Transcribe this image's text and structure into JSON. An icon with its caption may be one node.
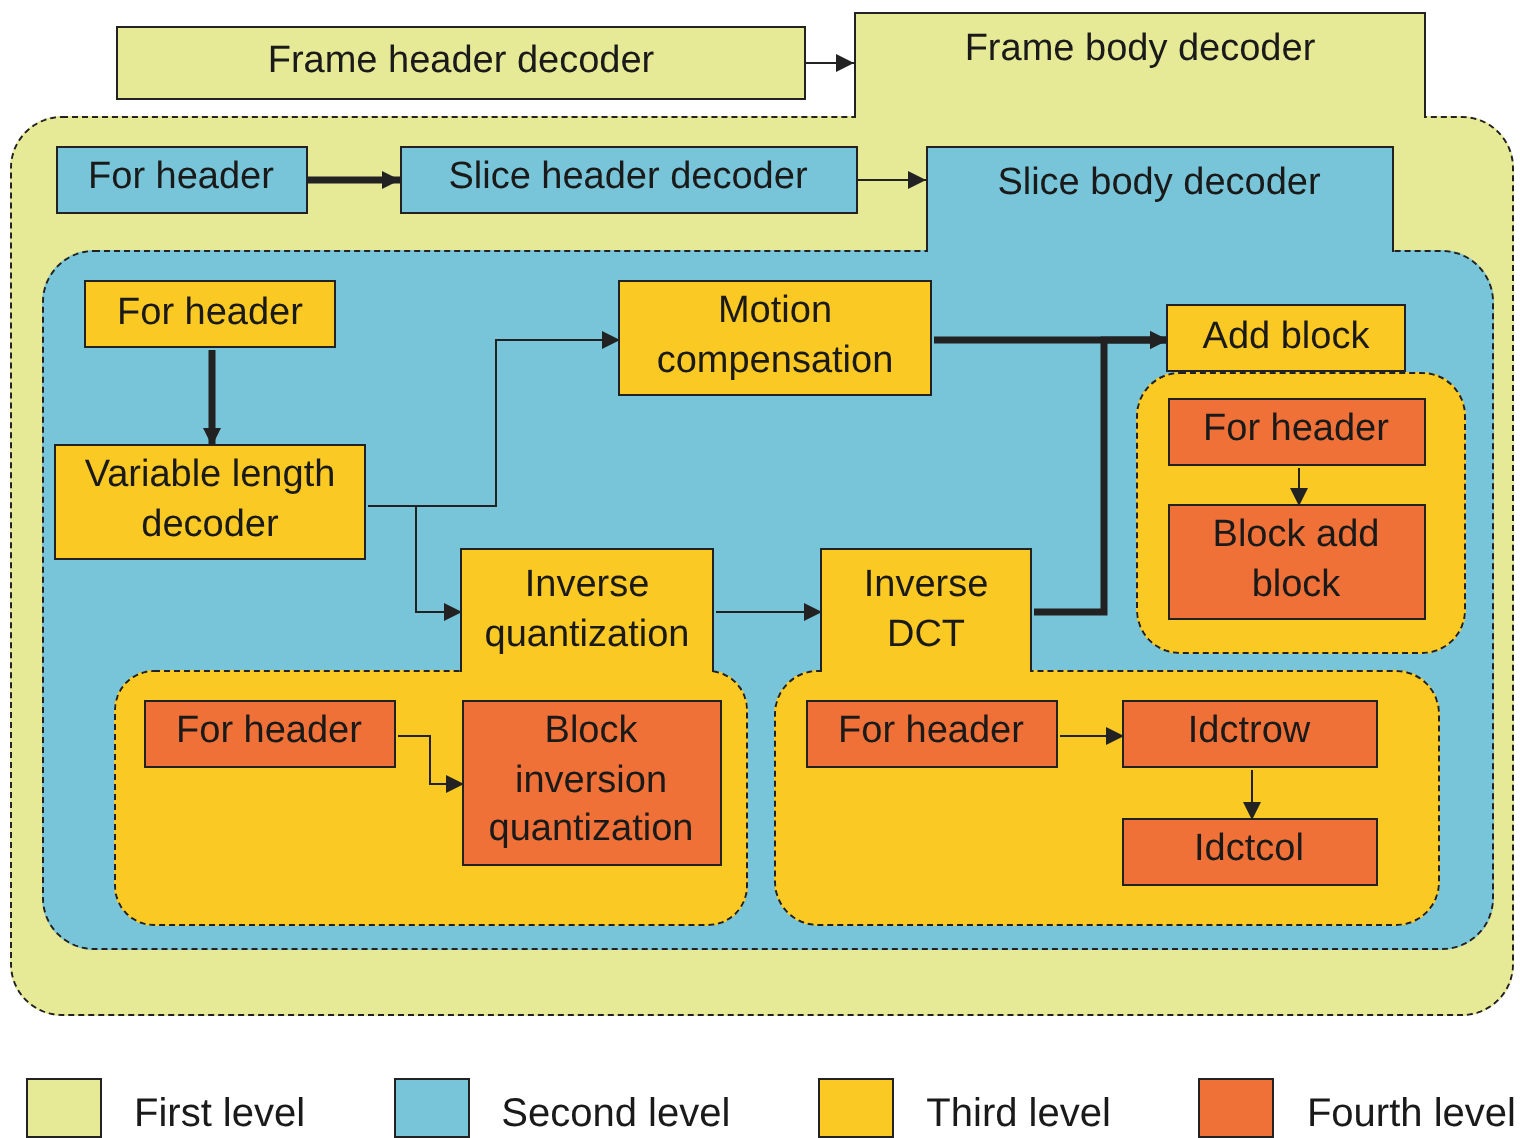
{
  "diagram": {
    "nodes": [
      {
        "text": [
          "Frame header decoder"
        ]
      },
      {
        "text": [
          "Frame body decoder"
        ]
      },
      {
        "text": [
          "For header"
        ],
        "in": 1
      },
      {
        "text": [
          "Slice header decoder"
        ],
        "in": 1
      },
      {
        "text": [
          "Slice body decoder"
        ],
        "in": 1
      },
      {
        "text": [
          "For header"
        ],
        "in": 4
      },
      {
        "text": [
          "Motion compensation"
        ],
        "in": 4
      },
      {
        "text": [
          "Add block"
        ],
        "in": 4
      },
      {
        "text": [],
        "shape": "box",
        "in": 4
      },
      {
        "text": [
          "For header"
        ],
        "in": 8
      },
      {
        "text": [
          "Block add block"
        ],
        "in": 8
      },
      {
        "text": [
          "Variable length decoder"
        ],
        "in": 4
      },
      {
        "text": [
          "Inverse quantization"
        ],
        "in": 4
      },
      {
        "text": [
          "Inverse DCT"
        ],
        "in": 4
      },
      {
        "text": [
          "For header"
        ],
        "in": 12
      },
      {
        "text": [
          "Block inversion quantization"
        ],
        "in": 12
      },
      {
        "text": [
          "For header"
        ],
        "in": 13
      },
      {
        "text": [
          "Idctrow"
        ],
        "in": 13
      },
      {
        "text": [
          "Idctcol"
        ],
        "in": 13
      }
    ],
    "edges": [
      {
        "from": 0,
        "to": 1,
        "arrow": "to"
      },
      {
        "from": 2,
        "to": 3,
        "arrow": "to",
        "style": "thick"
      },
      {
        "from": 3,
        "to": 4,
        "arrow": "to"
      },
      {
        "from": 5,
        "to": 11,
        "arrow": "to",
        "style": "thick"
      },
      {
        "from": 11,
        "to": 6,
        "arrow": "to"
      },
      {
        "from": 11,
        "to": 12,
        "arrow": "to"
      },
      {
        "from": 12,
        "to": 13,
        "arrow": "to"
      },
      {
        "from": 6,
        "to": 7,
        "arrow": "to",
        "style": "thick"
      },
      {
        "from": 13,
        "to": 7,
        "arrow": "to",
        "style": "thick"
      },
      {
        "from": 9,
        "to": 10,
        "arrow": "to"
      },
      {
        "from": 14,
        "to": 15,
        "arrow": "to"
      },
      {
        "from": 16,
        "to": 17,
        "arrow": "to"
      },
      {
        "from": 17,
        "to": 18,
        "arrow": "to"
      }
    ],
    "legend": [
      {
        "text": "First level",
        "color": "#e6e996"
      },
      {
        "text": "Second level",
        "color": "#78c4d8"
      },
      {
        "text": "Third level",
        "color": "#fbc924"
      },
      {
        "text": "Fourth level",
        "color": "#f07138"
      }
    ]
  }
}
